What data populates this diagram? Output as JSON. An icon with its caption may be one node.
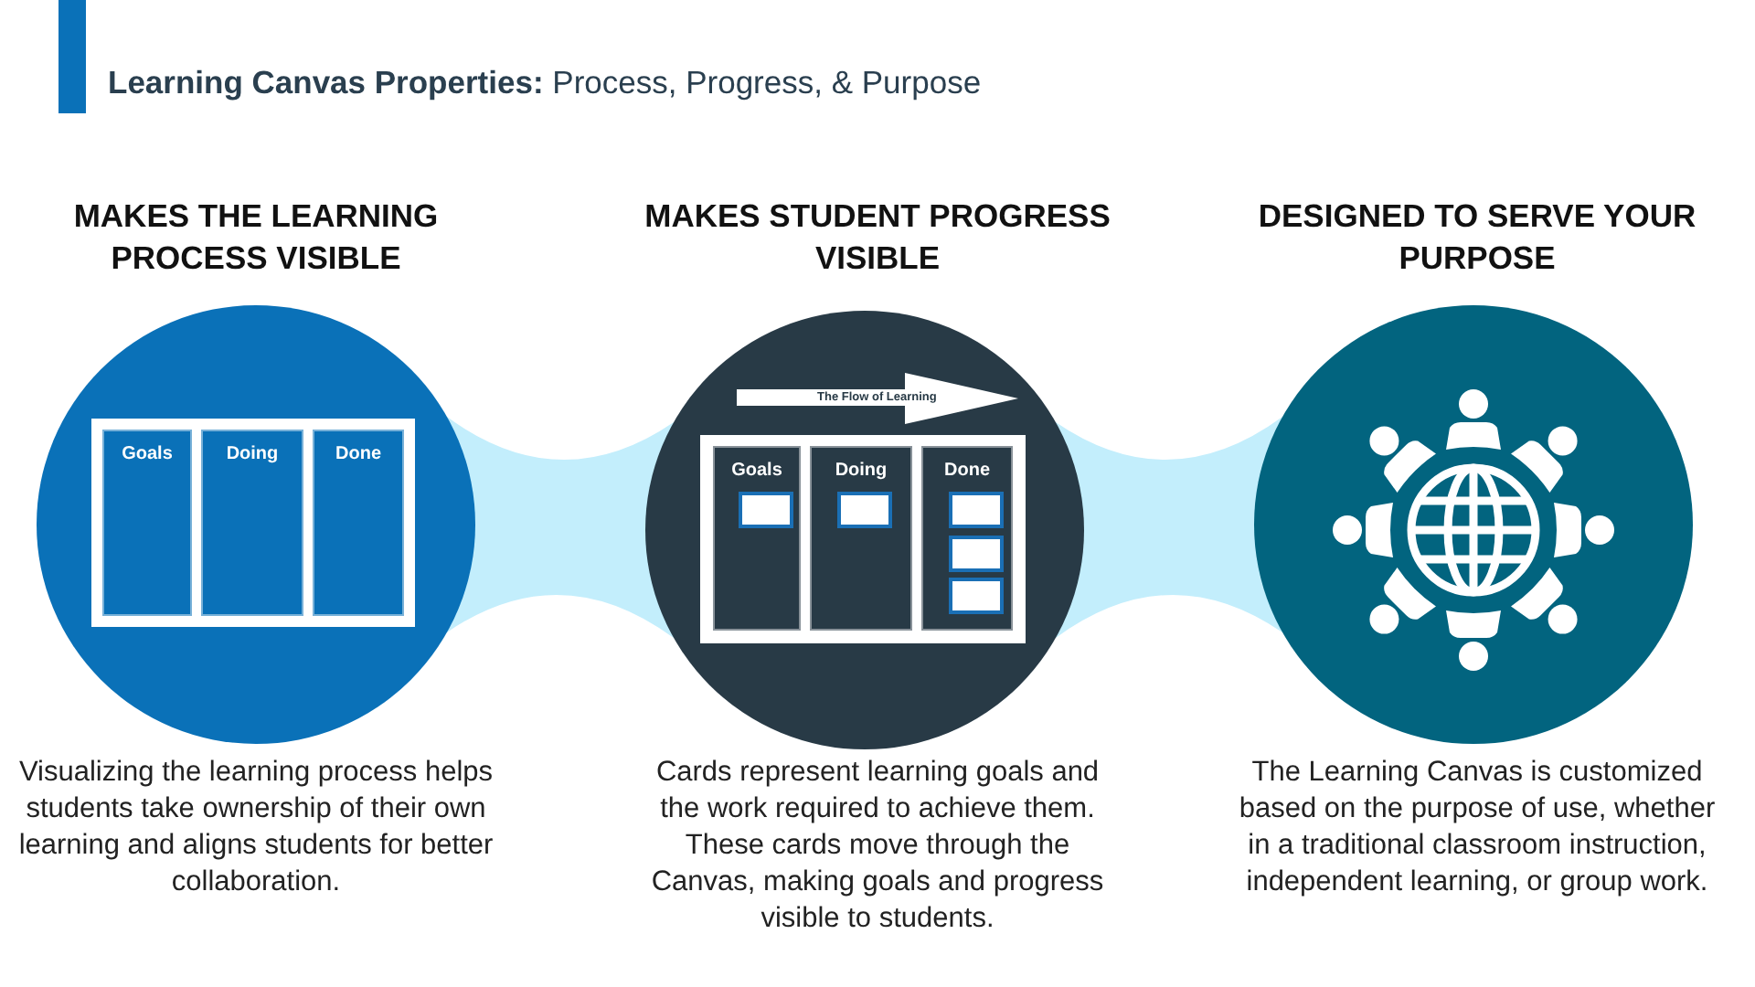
{
  "diagram": {
    "title": "**Learning Canvas Properties:** Process, Progress, & Purpose",
    "nodes": [
      {
        "text": [],
        "shape": "circle",
        "beside": [
          "MAKES THE LEARNING PROCESS VISIBLE",
          "Visualizing the learning process helps students take ownership of their own learning and aligns students for better collaboration."
        ]
      },
      {
        "text": [
          "Goals"
        ],
        "in": 0
      },
      {
        "text": [
          "Doing"
        ],
        "in": 0
      },
      {
        "text": [
          "Done"
        ],
        "in": 0
      },
      {
        "text": [],
        "shape": "circle",
        "beside": [
          "MAKES STUDENT PROGRESS VISIBLE",
          "Cards represent learning goals and the work required to achieve them. These cards move through the Canvas, making goals and progress visible to students."
        ]
      },
      {
        "text": [
          "The Flow of Learning"
        ],
        "in": 4
      },
      {
        "text": [
          "Goals"
        ],
        "in": 4
      },
      {
        "text": [
          "Doing"
        ],
        "in": 4
      },
      {
        "text": [
          "Done"
        ],
        "in": 4
      },
      {
        "text": [],
        "shape": "circle",
        "beside": [
          "DESIGNED TO SERVE YOUR PURPOSE",
          "The Learning Canvas is customized based on the purpose of use, whether in a traditional classroom instruction, independent learning, or group work."
        ]
      }
    ],
    "edges": [
      {
        "from": 0,
        "to": 4,
        "arrow": "none",
        "style": "thick",
        "color": "#c3eefc"
      },
      {
        "from": 4,
        "to": 9,
        "arrow": "none",
        "style": "thick",
        "color": "#c3eefc"
      }
    ]
  }
}
